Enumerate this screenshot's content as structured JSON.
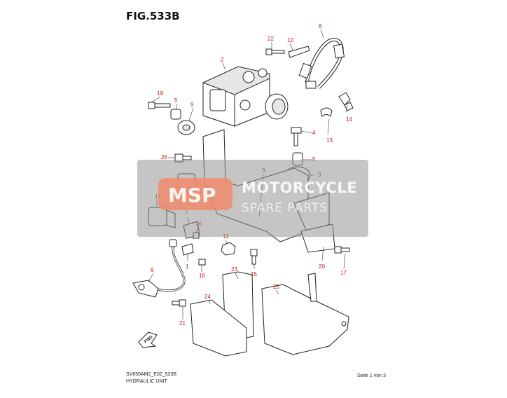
{
  "figure": {
    "title": "FIG.533B",
    "model_code": "SV650AM2_E02_533B",
    "caption": "HYDRAULIC UNIT",
    "page": "Seite 1 von 3"
  },
  "callouts": [
    "1",
    "2",
    "3",
    "4",
    "5",
    "6",
    "7",
    "8",
    "9",
    "10",
    "11",
    "12",
    "13",
    "14",
    "15",
    "16",
    "17",
    "18",
    "19",
    "20",
    "21",
    "22",
    "23",
    "24",
    "25",
    "26"
  ],
  "watermark": {
    "line1": "MOTORCYCLE",
    "line2": "SPARE PARTS",
    "logo_letters": "MSP"
  },
  "direction_arrow_label": "FWD",
  "colors": {
    "callout": "#c01818",
    "linework": "#222222",
    "watermark_band": "#969696",
    "watermark_logo": "#f08a6a"
  }
}
